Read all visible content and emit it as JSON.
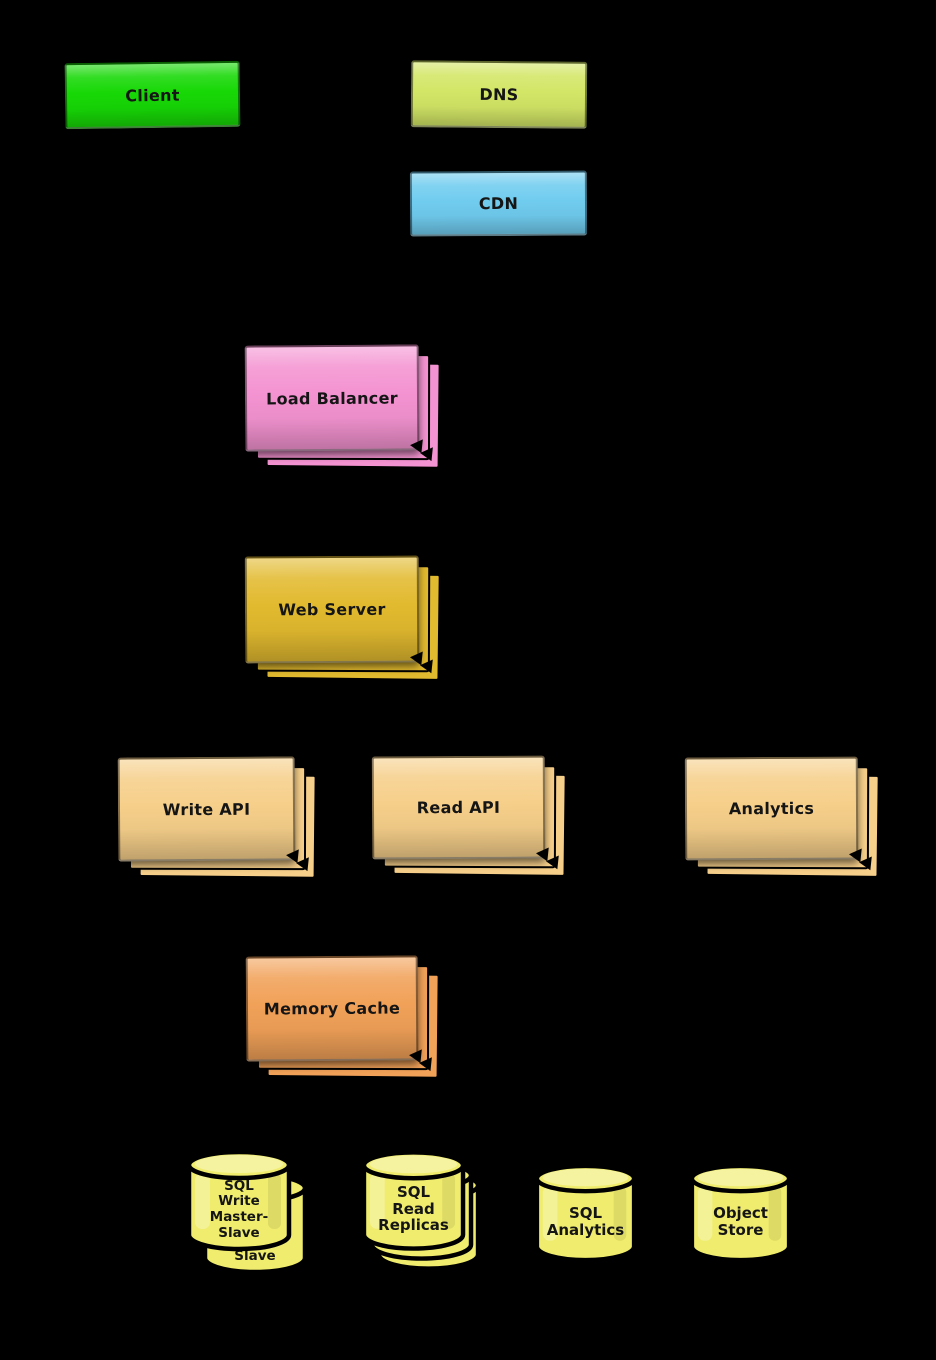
{
  "diagram": {
    "background": "#000000",
    "text_color": "#151515",
    "outline_color": "#000000",
    "nodes": [
      {
        "id": "client",
        "label": "Client",
        "color": "#17d806",
        "instances": 1
      },
      {
        "id": "dns",
        "label": "DNS",
        "color": "#d3e666",
        "instances": 1
      },
      {
        "id": "cdn",
        "label": "CDN",
        "color": "#70ccef",
        "instances": 1
      },
      {
        "id": "load-balancer",
        "label": "Load Balancer",
        "color": "#f493d1",
        "instances": 3
      },
      {
        "id": "web-server",
        "label": "Web Server",
        "color": "#e2ba2f",
        "instances": 3
      },
      {
        "id": "write-api",
        "label": "Write API",
        "color": "#f6cf8a",
        "instances": 3
      },
      {
        "id": "read-api",
        "label": "Read API",
        "color": "#f6cf8a",
        "instances": 3
      },
      {
        "id": "analytics",
        "label": "Analytics",
        "color": "#f6cf8a",
        "instances": 3
      },
      {
        "id": "memory-cache",
        "label": "Memory Cache",
        "color": "#f1a158",
        "instances": 3
      }
    ],
    "databases": [
      {
        "id": "sql-write-master-slave",
        "label": "SQL\nWrite\nMaster-\nSlave",
        "color": "#f0ed6e",
        "instances": 2
      },
      {
        "id": "sql-read-replicas",
        "label": "SQL\nRead\nReplicas",
        "color": "#f0ed6e",
        "instances": 3
      },
      {
        "id": "sql-analytics",
        "label": "SQL\nAnalytics",
        "color": "#f0ed6e",
        "instances": 1
      },
      {
        "id": "object-store",
        "label": "Object\nStore",
        "color": "#f0ed6e",
        "instances": 1
      }
    ]
  }
}
